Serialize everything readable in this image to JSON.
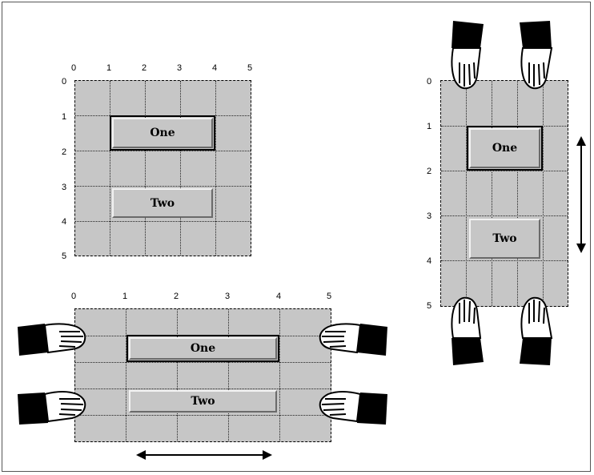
{
  "button_one_label": "One",
  "button_two_label": "Two",
  "axis_ticks": [
    "0",
    "1",
    "2",
    "3",
    "4",
    "5"
  ],
  "colors": {
    "grid_fill": "#c6c6c6",
    "button_fill": "#c6c6c6",
    "ink": "#000000"
  },
  "icons": {
    "hand": "hand-icon",
    "arrow_horizontal": "double-arrow-horizontal-icon",
    "arrow_vertical": "double-arrow-vertical-icon"
  }
}
